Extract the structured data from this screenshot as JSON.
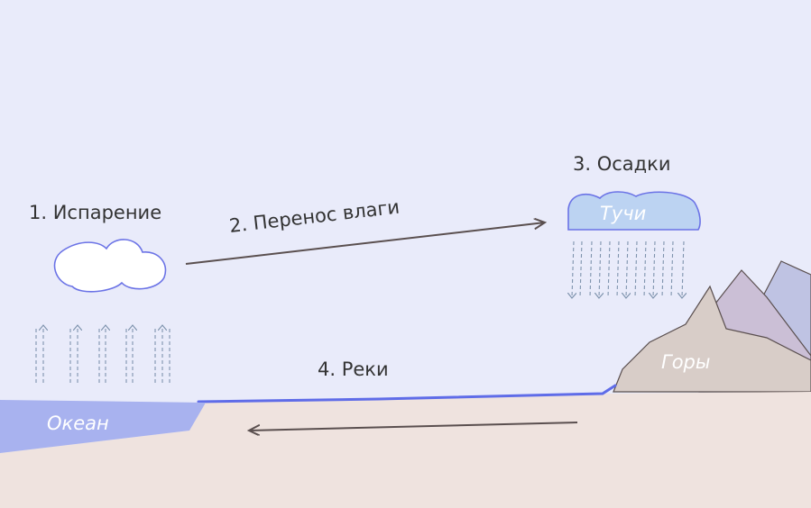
{
  "labels": {
    "evaporation": "1. Испарение",
    "transport": "2. Перенос влаги",
    "precipitation": "3. Осадки",
    "rivers": "4. Реки",
    "clouds": "Тучи",
    "mountains": "Горы",
    "ocean": "Океан"
  },
  "colors": {
    "sky": "#e9ebfa",
    "ground": "#efe3df",
    "ocean": "#a8b2ef",
    "river": "#5f6ce8",
    "cloud_outline": "#6b73e6",
    "storm_cloud": "#bcd3f2",
    "mountain_near": "#d8cdc8",
    "mountain_mid": "#cbbfd6",
    "mountain_far": "#bfc3e3",
    "arrow": "#5a4f4f",
    "rain": "#7e93ad"
  }
}
